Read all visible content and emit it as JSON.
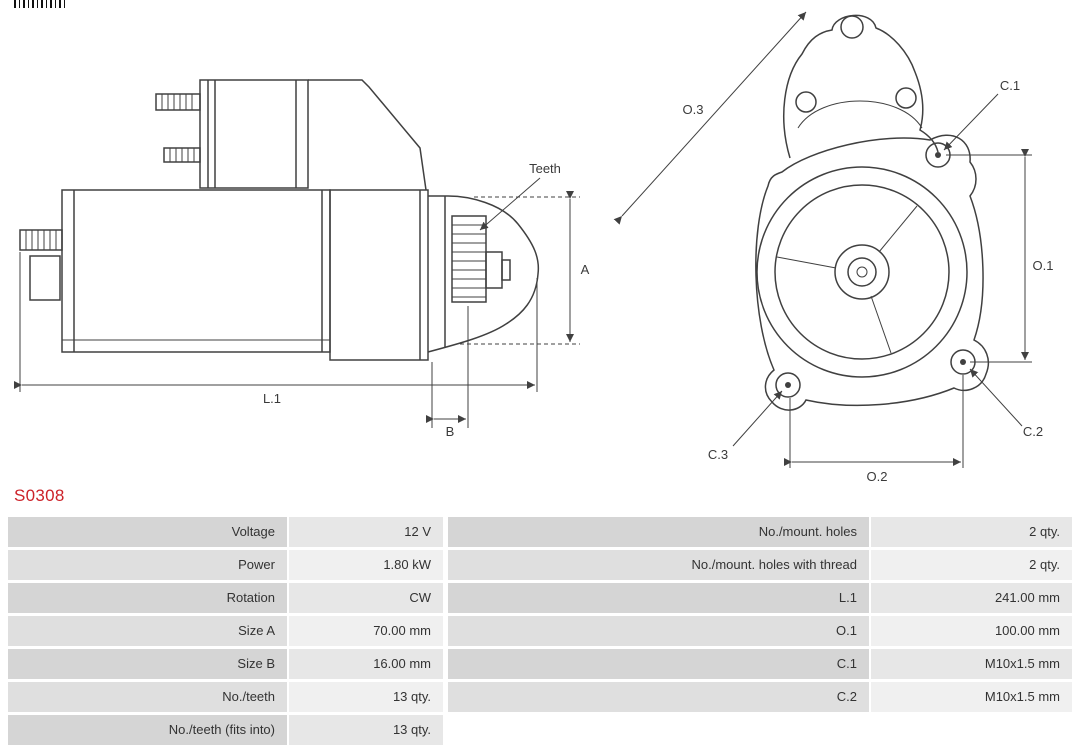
{
  "part": {
    "number": "S0308",
    "accent_color": "#cc2229"
  },
  "labels": {
    "teeth": "Teeth",
    "a": "A",
    "b": "B",
    "l1": "L.1",
    "o1": "O.1",
    "o2": "O.2",
    "o3": "O.3",
    "c1": "C.1",
    "c2": "C.2",
    "c3": "C.3"
  },
  "specs_left": [
    {
      "label": "Voltage",
      "value": "12 V"
    },
    {
      "label": "Power",
      "value": "1.80 kW"
    },
    {
      "label": "Rotation",
      "value": "CW"
    },
    {
      "label": "Size A",
      "value": "70.00 mm"
    },
    {
      "label": "Size B",
      "value": "16.00 mm"
    },
    {
      "label": "No./teeth",
      "value": "13 qty."
    },
    {
      "label": "No./teeth (fits into)",
      "value": "13 qty."
    }
  ],
  "specs_right": [
    {
      "label": "No./mount. holes",
      "value": "2 qty."
    },
    {
      "label": "No./mount. holes with thread",
      "value": "2 qty."
    },
    {
      "label": "L.1",
      "value": "241.00 mm"
    },
    {
      "label": "O.1",
      "value": "100.00 mm"
    },
    {
      "label": "C.1",
      "value": "M10x1.5 mm"
    },
    {
      "label": "C.2",
      "value": "M10x1.5 mm"
    }
  ]
}
